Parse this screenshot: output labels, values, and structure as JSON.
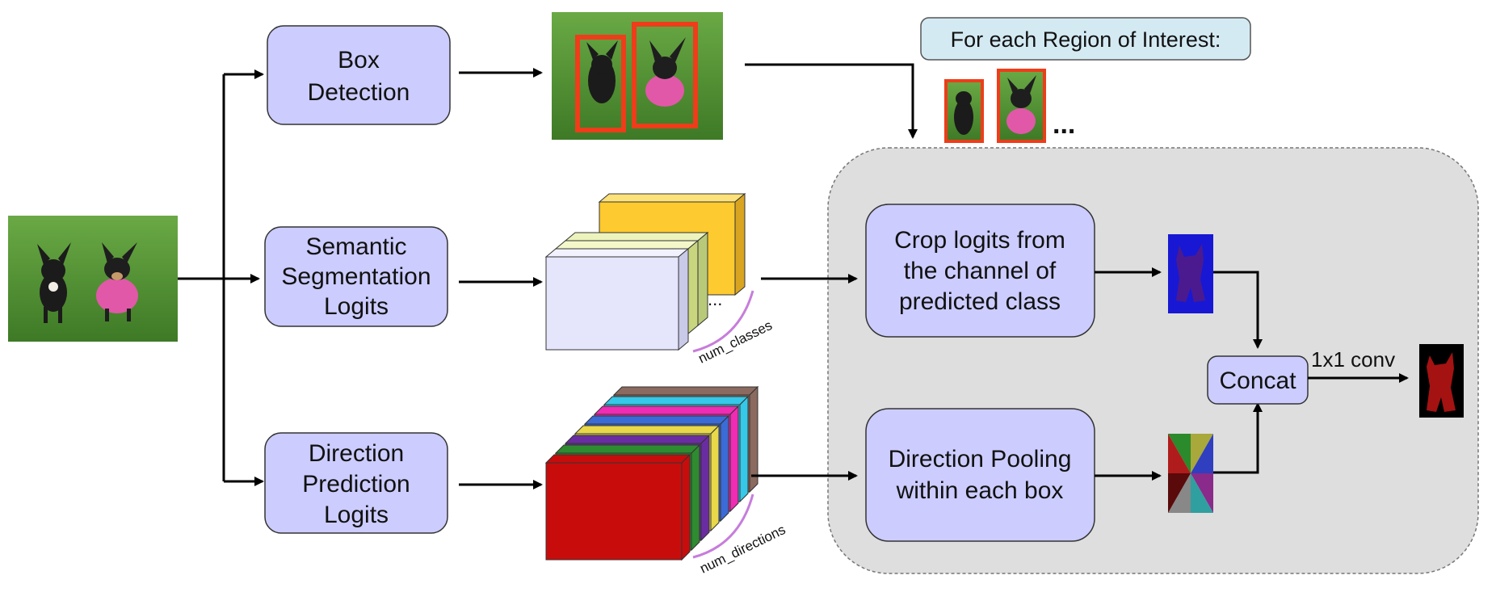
{
  "boxes": {
    "box_detection": [
      "Box",
      "Detection"
    ],
    "semantic_seg": [
      "Semantic",
      "Segmentation",
      "Logits"
    ],
    "direction_pred": [
      "Direction",
      "Prediction",
      "Logits"
    ],
    "crop_logits": [
      "Crop logits from",
      "the channel of",
      "predicted class"
    ],
    "direction_pooling": [
      "Direction Pooling",
      "within each box"
    ],
    "concat": "Concat"
  },
  "roi_banner": "For each Region of Interest:",
  "roi_ellipsis": "...",
  "conv_label": "1x1 conv",
  "num_classes_label": "num_classes",
  "num_directions_label": "num_directions",
  "dots": "...",
  "colors": {
    "box_fill": "#ccccff",
    "box_stroke": "#333333",
    "banner_fill": "#d4eaf3",
    "region_fill": "#dedede",
    "detection_box": "#ee3d1a",
    "brace": "#c77ddb",
    "grass": "#4f8d32",
    "seg_layers": [
      "#e5e5fc",
      "#d7e2a1",
      "#e3ef9b",
      "#fdca2f"
    ],
    "dir_layers": [
      "#c80c0c",
      "#2f8b2f",
      "#6a2da1",
      "#e8d84a",
      "#3b6bd6",
      "#f02bb4",
      "#35c8e8",
      "#8b6a5f"
    ],
    "crop_mask_bg": "#1818d4",
    "crop_mask_fg": "#4b1a8f",
    "final_mask_bg": "#000000",
    "final_mask_fg": "#a41212"
  }
}
